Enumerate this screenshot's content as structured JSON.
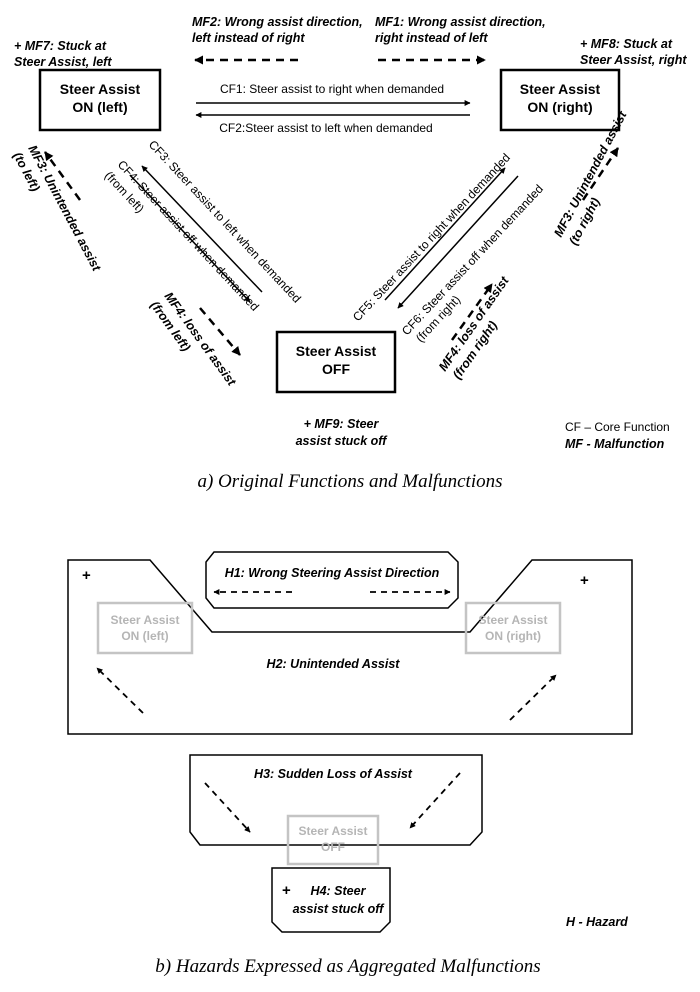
{
  "part_a": {
    "states": {
      "on_left": [
        "Steer Assist",
        "ON (left)"
      ],
      "on_right": [
        "Steer Assist",
        "ON (right)"
      ],
      "off": [
        "Steer Assist",
        "OFF"
      ]
    },
    "malfunctions": {
      "mf1": [
        "MF1: Wrong assist direction,",
        "right instead of left"
      ],
      "mf2": [
        "MF2: Wrong assist direction,",
        "left instead of right"
      ],
      "mf3_left": [
        "MF3: Unintended assist",
        "(to left)"
      ],
      "mf3_right": [
        "MF3: Unintended assist",
        "(to right)"
      ],
      "mf4_left": [
        "MF4: loss of assist",
        "(from left)"
      ],
      "mf4_right": [
        "MF4: loss of assist",
        "(from right)"
      ],
      "mf7": [
        "+ MF7: Stuck at",
        "Steer Assist, left"
      ],
      "mf8": [
        "+ MF8: Stuck at",
        "Steer Assist, right"
      ],
      "mf9": [
        "+ MF9: Steer",
        "assist stuck off"
      ]
    },
    "core_functions": {
      "cf1": "CF1: Steer assist to right when demanded",
      "cf2": "CF2:Steer assist to left when demanded",
      "cf3": "CF3: Steer assist to left when demanded",
      "cf4": [
        "CF4: Steer  assist off when demanded",
        "(from left)"
      ],
      "cf5": "CF5: Steer assist to right when demanded",
      "cf6": [
        "CF6: Steer assist off when demanded",
        "(from right)"
      ]
    },
    "legend": {
      "cf": "CF – Core Function",
      "mf": "MF - Malfunction"
    },
    "caption": "a) Original Functions and Malfunctions"
  },
  "part_b": {
    "hazards": {
      "h1": "H1: Wrong Steering Assist Direction",
      "h2": "H2: Unintended Assist",
      "h3": "H3: Sudden Loss of Assist",
      "h4": [
        "H4: Steer",
        "assist stuck off"
      ]
    },
    "plus": "+",
    "faded_states": {
      "on_left": [
        "Steer Assist",
        "ON (left)"
      ],
      "on_right": [
        "Steer Assist",
        "ON (right)"
      ],
      "off": [
        "Steer Assist",
        "OFF"
      ]
    },
    "legend_h": "H - Hazard",
    "caption": "b) Hazards Expressed as Aggregated Malfunctions"
  }
}
